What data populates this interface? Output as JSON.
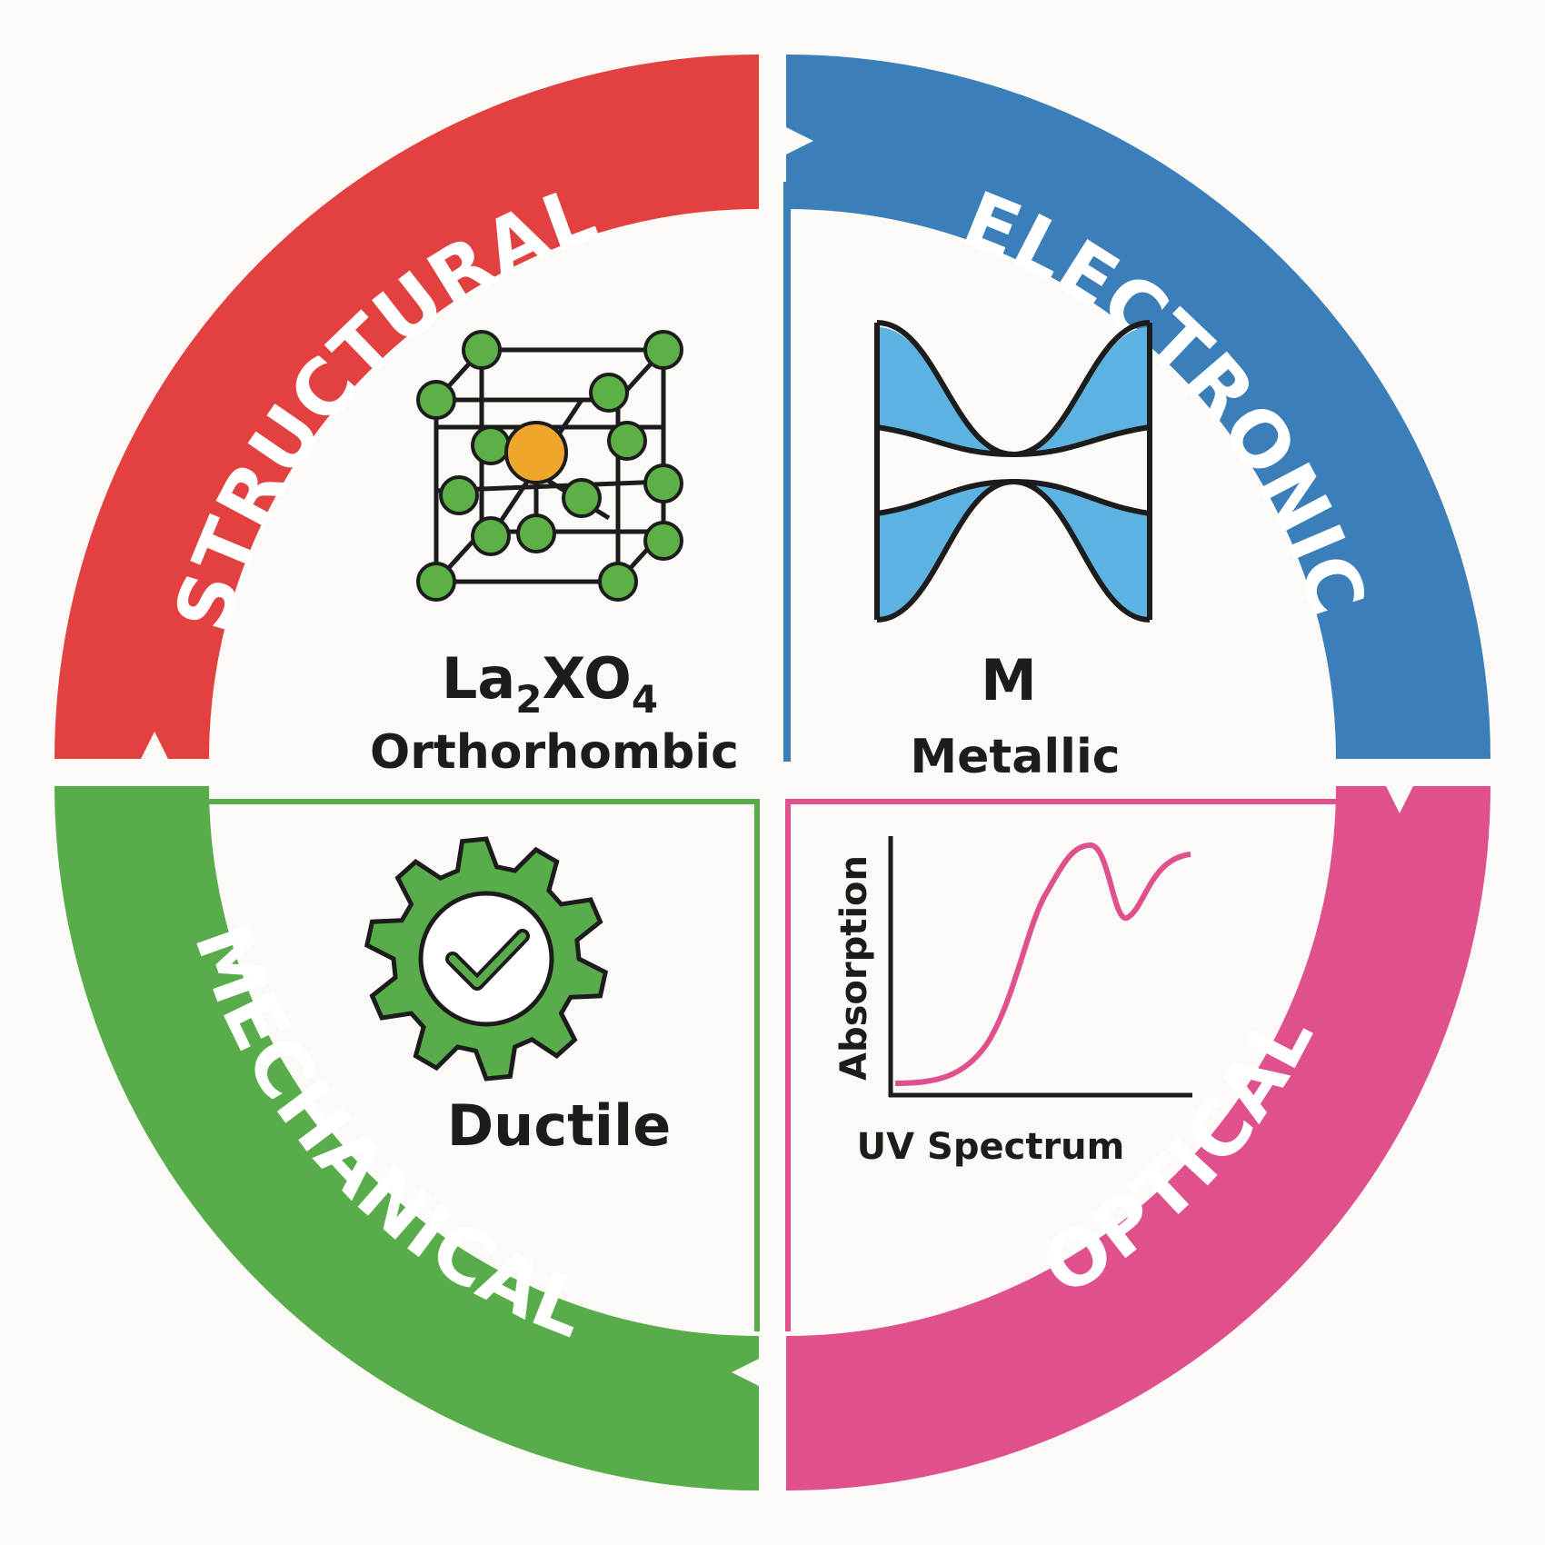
{
  "quadrants": {
    "structural": {
      "band_label": "STRUCTURAL",
      "formula_main": "La",
      "formula_sub1": "2",
      "formula_mid": "XO",
      "formula_sub2": "4",
      "caption": "Orthorhombic"
    },
    "electronic": {
      "band_label": "ELECTRONIC",
      "symbol": "M",
      "caption": "Metallic"
    },
    "mechanical": {
      "band_label": "MECHANICAL",
      "caption": "Ductile"
    },
    "optical": {
      "band_label": "OPTICAL",
      "y_axis_label": "Absorption",
      "x_axis_label": "UV Spectrum"
    }
  },
  "colors": {
    "structural": "#e2413f",
    "electronic": "#3a7fba",
    "mechanical": "#58ad4a",
    "optical": "#e0508d",
    "atom_green": "#5cb046",
    "atom_orange": "#f0a62b",
    "band_light_blue": "#5cb3e2"
  }
}
